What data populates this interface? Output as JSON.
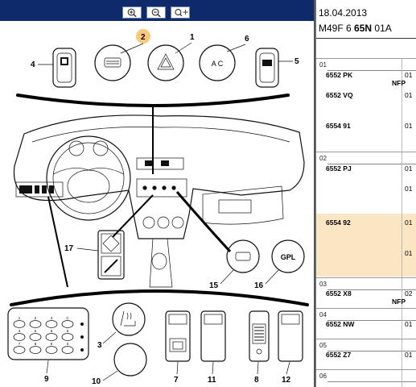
{
  "toolbar": {
    "crumb_text": "",
    "buttons": [
      {
        "name": "zoom-in-button",
        "icon": "zoom-in-icon"
      },
      {
        "name": "zoom-out-button",
        "icon": "zoom-out-icon"
      },
      {
        "name": "pan-button",
        "icon": "pan-zoom-icon"
      }
    ]
  },
  "diagram": {
    "callouts": [
      "1",
      "2",
      "3",
      "4",
      "5",
      "6",
      "7",
      "8",
      "9",
      "10",
      "11",
      "12",
      "15",
      "16",
      "17"
    ],
    "button_labels": {
      "ac": "A C",
      "gpl": "GPL"
    },
    "keypad_digits": [
      "1",
      "2",
      "3",
      "C",
      "4",
      "5",
      "6",
      "0",
      "7",
      "8",
      "9",
      "0"
    ],
    "highlight_color": "#f7c97a"
  },
  "panel": {
    "date": "18.04.2013",
    "ref_prefix": "M49F 6",
    "ref_bold": "65N",
    "ref_suffix": "01A",
    "highlight_color": "#fbe6c4",
    "groups": [
      {
        "num": "01",
        "parts": [
          {
            "ref": "6552 PK",
            "nfp": "NFP",
            "qty": "01"
          },
          {
            "ref": "6552 VQ",
            "qty": "01"
          },
          {
            "ref": "6554 91",
            "qty": "01"
          }
        ]
      },
      {
        "num": "02",
        "parts": [
          {
            "ref": "6552 PJ",
            "qty": "01"
          },
          {
            "ref": "",
            "qty": "01"
          },
          {
            "ref": "6554 92",
            "qty": "01"
          },
          {
            "ref": "",
            "qty": "01"
          }
        ]
      },
      {
        "num": "03",
        "parts": [
          {
            "ref": "6552 X8",
            "nfp": "NFP",
            "qty": "02"
          }
        ]
      },
      {
        "num": "04",
        "parts": [
          {
            "ref": "6552 NW",
            "qty": "01"
          }
        ]
      },
      {
        "num": "05",
        "parts": [
          {
            "ref": "6552 Z7",
            "qty": "01"
          }
        ]
      },
      {
        "num": "06",
        "parts": []
      }
    ]
  }
}
